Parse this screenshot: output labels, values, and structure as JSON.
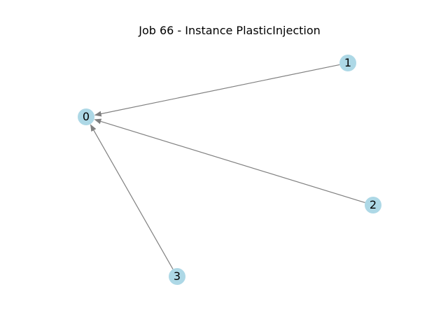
{
  "title": "Job 66 - Instance PlasticInjection",
  "style": {
    "node_color": "#add8e6",
    "edge_color": "#808080",
    "label_color": "#000000"
  },
  "graph": {
    "directed": true,
    "nodes": [
      {
        "id": "0",
        "label": "0"
      },
      {
        "id": "1",
        "label": "1"
      },
      {
        "id": "2",
        "label": "2"
      },
      {
        "id": "3",
        "label": "3"
      }
    ],
    "edges": [
      {
        "source": "1",
        "target": "0"
      },
      {
        "source": "2",
        "target": "0"
      },
      {
        "source": "3",
        "target": "0"
      }
    ]
  }
}
